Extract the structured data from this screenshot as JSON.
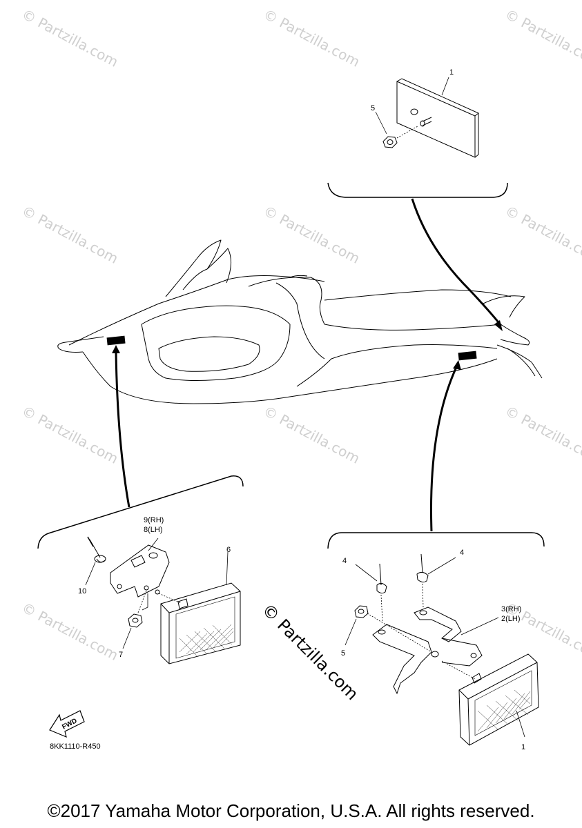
{
  "watermark": "© Partzilla.com",
  "callouts": {
    "c1_top": "1",
    "c5_top": "5",
    "c9rh": "9(RH)",
    "c8lh": "8(LH)",
    "c6": "6",
    "c10": "10",
    "c7": "7",
    "c4_left": "4",
    "c4_right": "4",
    "c3rh": "3(RH)",
    "c2lh": "2(LH)",
    "c5_bottom": "5",
    "c1_bottom": "1"
  },
  "fwd_label": "FWD",
  "diagram_code": "8KK1110-R450",
  "copyright": "©2017 Yamaha Motor Corporation, U.S.A. All rights reserved.",
  "colors": {
    "line": "#000000",
    "watermark": "#cfcfcf"
  }
}
